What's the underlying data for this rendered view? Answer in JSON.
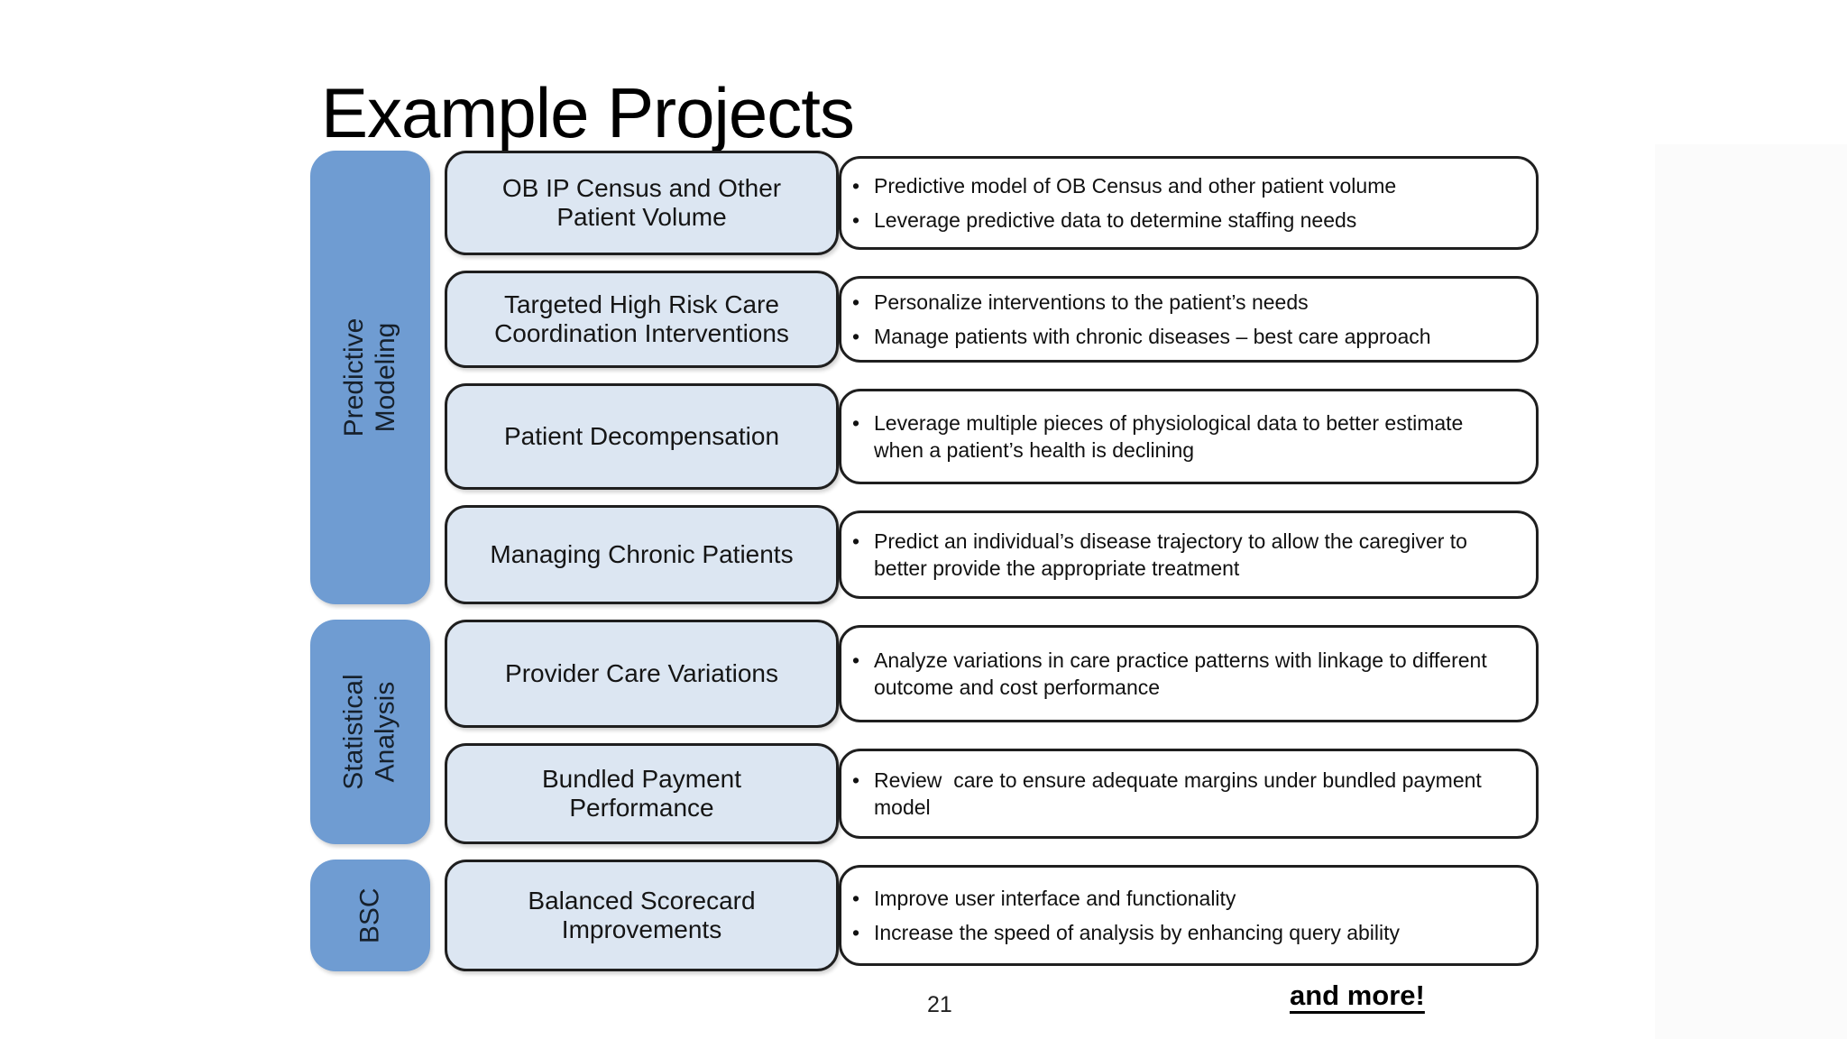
{
  "slide": {
    "title": "Example Projects"
  },
  "colors": {
    "rail_blue": "#6F9CD2",
    "box_blue": "#DCE6F2",
    "border": "#1F1F1F"
  },
  "bullet_char": "•",
  "categories": [
    {
      "label": "Predictive Modeling"
    },
    {
      "label": "Statistical\nAnalysis"
    },
    {
      "label": "BSC"
    }
  ],
  "rows": [
    {
      "project": "OB IP Census and Other\nPatient Volume",
      "bullets": [
        "Predictive model of OB Census and other patient volume",
        "Leverage predictive data to determine staffing needs"
      ]
    },
    {
      "project": "Targeted High Risk Care\nCoordination Interventions",
      "bullets": [
        "Personalize interventions to the patient’s needs",
        "Manage patients with chronic diseases – best care approach"
      ]
    },
    {
      "project": "Patient Decompensation",
      "bullets": [
        "Leverage multiple pieces of physiological data to better estimate when a patient’s health is declining"
      ]
    },
    {
      "project": "Managing Chronic Patients",
      "bullets": [
        "Predict an individual’s disease trajectory to allow the caregiver to better provide the appropriate treatment"
      ]
    },
    {
      "project": "Provider Care Variations",
      "bullets": [
        "Analyze variations in care practice patterns with linkage to different outcome and cost performance"
      ]
    },
    {
      "project": "Bundled Payment\nPerformance",
      "bullets": [
        "Review  care to ensure adequate margins under bundled payment model"
      ]
    },
    {
      "project": "Balanced Scorecard\nImprovements",
      "bullets": [
        "Improve user interface and functionality",
        "Increase the speed of analysis by enhancing query ability"
      ]
    }
  ],
  "footer": {
    "page_number": "21",
    "more_label": "and more!"
  }
}
